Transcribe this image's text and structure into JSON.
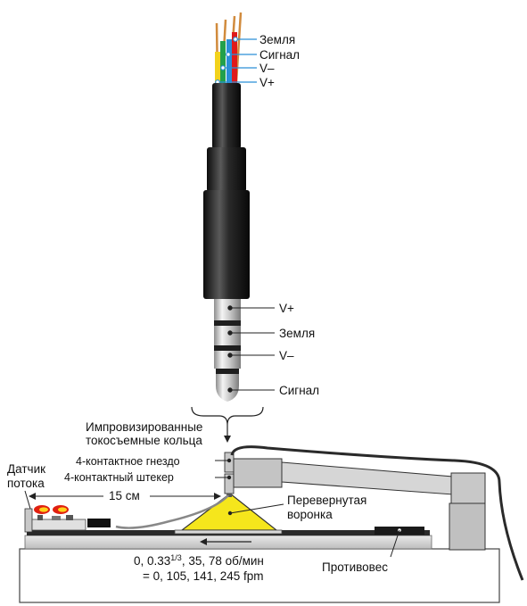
{
  "plug_top_labels": {
    "ground": "Земля",
    "signal": "Сигнал",
    "v_minus": "V–",
    "v_plus": "V+"
  },
  "plug_ring_labels": {
    "v_plus": "V+",
    "ground": "Земля",
    "v_minus": "V–",
    "signal": "Сигнал"
  },
  "brace_caption": {
    "line1": "Импровизированные",
    "line2": "токосъемные кольца"
  },
  "connector_labels": {
    "socket": "4-контактное гнездо",
    "plug": "4-контактный штекер"
  },
  "flow_sensor": {
    "line1": "Датчик",
    "line2": "потока"
  },
  "distance_label": "15 см",
  "funnel_label": {
    "line1": "Перевернутая",
    "line2": "воронка"
  },
  "counterweight_label": "Противовес",
  "speed": {
    "line1_prefix": "0, 0.33",
    "line1_sup": "1/3",
    "line1_suffix": ", 35, 78 об/мин",
    "line2": "= 0, 105, 141, 245 fpm"
  },
  "colors": {
    "wire_blue": "#2a8fd6",
    "wire_red": "#e01a1a",
    "wire_green": "#22a04a",
    "wire_yellow": "#f2d21c",
    "funnel_yellow": "#f5e61c",
    "flame_red": "#e02010",
    "flame_yellow": "#ffd21a",
    "metal_grey": "#b9b9b9"
  }
}
